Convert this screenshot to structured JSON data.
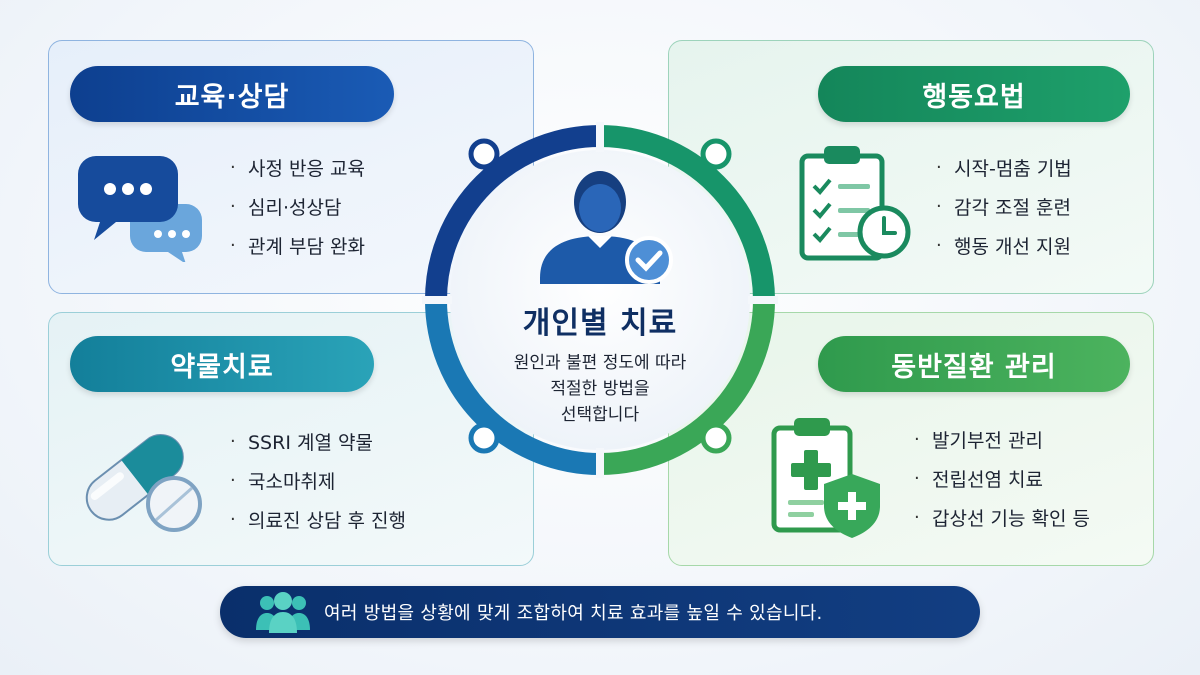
{
  "center": {
    "title": "개인별 치료",
    "description": [
      "원인과 불편 정도에 따라",
      "적절한 방법을",
      "선택합니다"
    ]
  },
  "quadrants": {
    "education": {
      "title": "교육·상담",
      "items": [
        "사정 반응 교육",
        "심리·성상담",
        "관계 부담 완화"
      ],
      "icon": "chat-bubbles-icon",
      "color": "#0d3f8f"
    },
    "behavior": {
      "title": "행동요법",
      "items": [
        "시작-멈춤 기법",
        "감각 조절 훈련",
        "행동 개선 지원"
      ],
      "icon": "clipboard-checklist-clock-icon",
      "color": "#14865a"
    },
    "medication": {
      "title": "약물치료",
      "items": [
        "SSRI 계열 약물",
        "국소마취제",
        "의료진 상담 후 진행"
      ],
      "icon": "pill-capsule-icon",
      "color": "#137f9a"
    },
    "comorbidity": {
      "title": "동반질환 관리",
      "items": [
        "발기부전 관리",
        "전립선염 치료",
        "갑상선 기능 확인 등"
      ],
      "icon": "medical-clipboard-shield-icon",
      "color": "#2f9a4d"
    }
  },
  "bullet": "·",
  "banner": {
    "text": "여러 방법을 상황에 맞게 조합하여 치료 효과를 높일 수 있습니다.",
    "icon": "people-group-icon"
  }
}
